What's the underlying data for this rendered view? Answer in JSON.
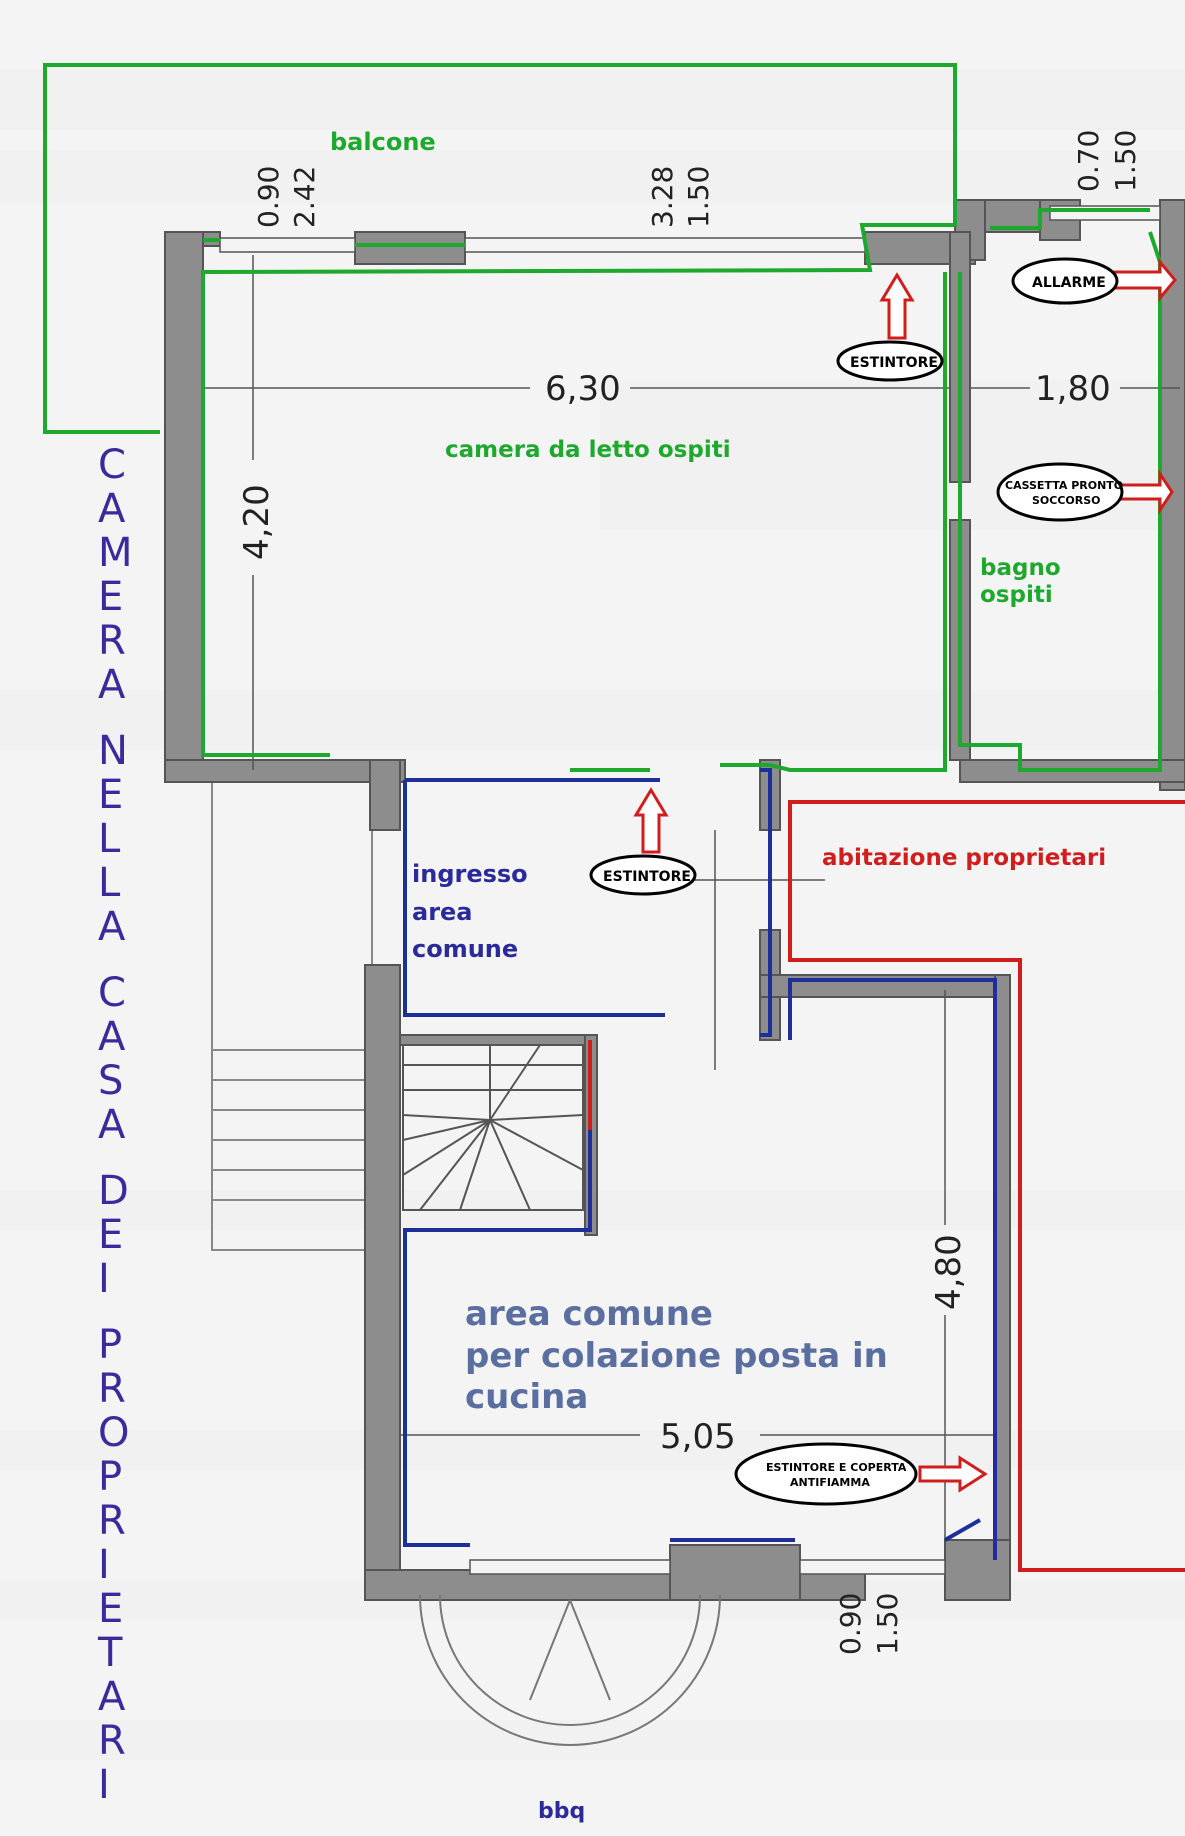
{
  "labels": {
    "balcone": "balcone",
    "camera_letto": "camera da letto ospiti",
    "bagno_line1": "bagno",
    "bagno_line2": "ospiti",
    "ingresso_line1": "ingresso",
    "ingresso_line2": "area",
    "ingresso_line3": "comune",
    "abitazione": "abitazione proprietari",
    "area_comune_line1": "area comune",
    "area_comune_line2": "per colazione posta in",
    "area_comune_line3": "cucina",
    "bbq": "bbq"
  },
  "vertical_title": [
    "C",
    "A",
    "M",
    "E",
    "R",
    "A",
    "N",
    "E",
    "L",
    "L",
    "A",
    "C",
    "A",
    "S",
    "A",
    "D",
    "E",
    "I",
    "P",
    "R",
    "O",
    "P",
    "R",
    "I",
    "E",
    "T",
    "A",
    "R",
    "I"
  ],
  "safety": {
    "estintore_top": "ESTINTORE",
    "estintore_mid": "ESTINTORE",
    "allarme": "ALLARME",
    "cassetta_line1": "CASSETTA PRONTO",
    "cassetta_line2": "SOCCORSO",
    "estintore_coperta_line1": "ESTINTORE E COPERTA",
    "estintore_coperta_line2": "ANTIFIAMMA"
  },
  "dimensions": {
    "w_630": "6,30",
    "w_180": "1,80",
    "h_420": "4,20",
    "h_480": "4,80",
    "w_505": "5,05",
    "win1_a": "0.90",
    "win1_b": "2.42",
    "win2_a": "3.28",
    "win2_b": "1.50",
    "win3_a": "0.70",
    "win3_b": "1.50",
    "win4_a": "0.90",
    "win4_b": "1.50"
  },
  "colors": {
    "green_outline": "#1ea82d",
    "blue_outline": "#1f2f9a",
    "red_outline": "#d01e1e",
    "wall": "#8d8d8d"
  }
}
